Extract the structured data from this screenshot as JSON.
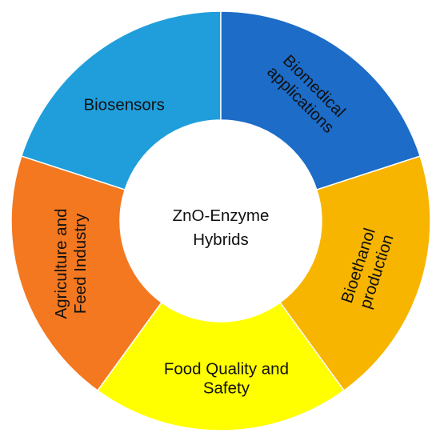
{
  "center": {
    "lines": [
      "ZnO-Enzyme",
      "Hybrids"
    ]
  },
  "segments": [
    {
      "id": "biosensors",
      "lines": [
        "Biosensors"
      ],
      "color": "#1f9edb"
    },
    {
      "id": "biomedical",
      "lines": [
        "Biomedical",
        "applications"
      ],
      "color": "#1c6cc8"
    },
    {
      "id": "bioethanol",
      "lines": [
        "Bioethanol",
        "production"
      ],
      "color": "#f7b500"
    },
    {
      "id": "food",
      "lines": [
        "Food Quality and",
        "Safety"
      ],
      "color": "#ffff00"
    },
    {
      "id": "agriculture",
      "lines": [
        "Agriculture and",
        "Feed Industry"
      ],
      "color": "#f47820"
    }
  ],
  "separator_color": "#ffffff"
}
